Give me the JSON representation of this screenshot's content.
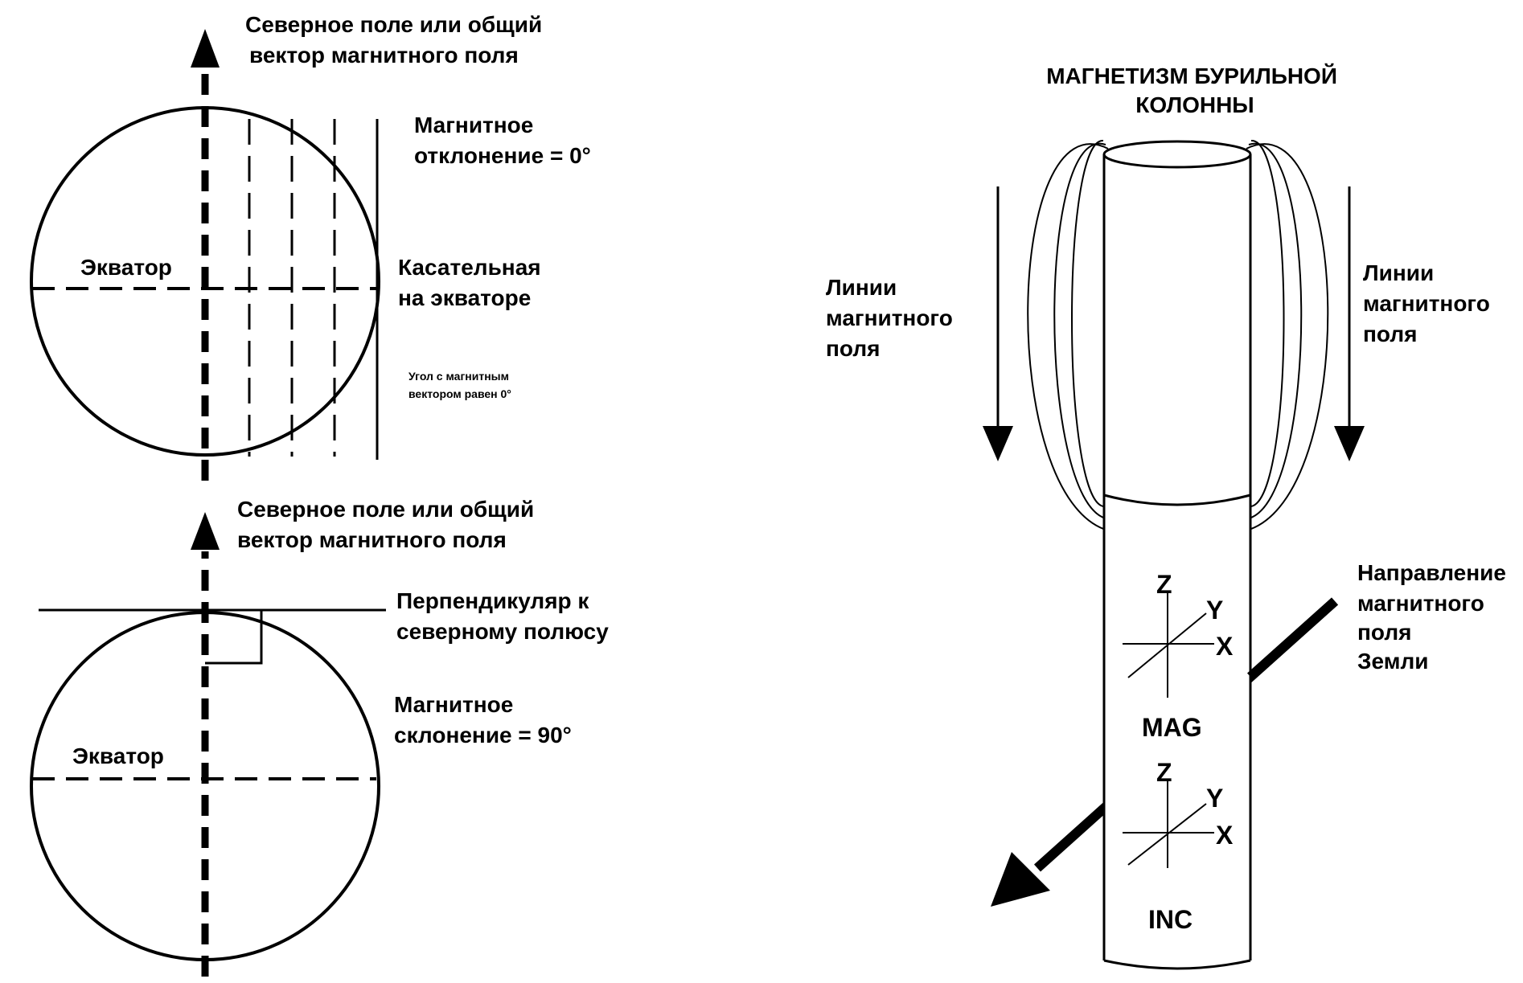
{
  "top_diagram": {
    "north_vector_label": [
      "Северное поле или общий",
      "вектор магнитного поля"
    ],
    "inclination_label": [
      "Магнитное",
      "отклонение = 0°"
    ],
    "equator_label": "Экватор",
    "tangent_label": [
      "Касательная",
      "на экваторе"
    ],
    "angle_note": [
      "Угол с магнитным",
      "вектором равен  0°"
    ]
  },
  "bottom_diagram": {
    "north_vector_label": [
      "Северное поле или общий",
      "вектор магнитного поля"
    ],
    "perpendicular_label": [
      "Перпендикуляр к",
      "северному полюсу"
    ],
    "inclination_label": [
      "Магнитное",
      "склонение = 90°"
    ],
    "equator_label": "Экватор"
  },
  "drill_string": {
    "title": [
      "МАГНЕТИЗМ  БУРИЛЬНОЙ",
      "КОЛОННЫ"
    ],
    "field_lines_left": [
      "Линии",
      "магнитного",
      "поля"
    ],
    "field_lines_right": [
      "Линии",
      "магнитного",
      "поля"
    ],
    "earth_field_label": [
      "Направление",
      "магнитного",
      "поля",
      "Земли"
    ],
    "mag_sensor": {
      "z": "Z",
      "y": "Y",
      "x": "X",
      "label": "MAG"
    },
    "inc_sensor": {
      "z": "Z",
      "y": "Y",
      "x": "X",
      "label": "INC"
    }
  }
}
